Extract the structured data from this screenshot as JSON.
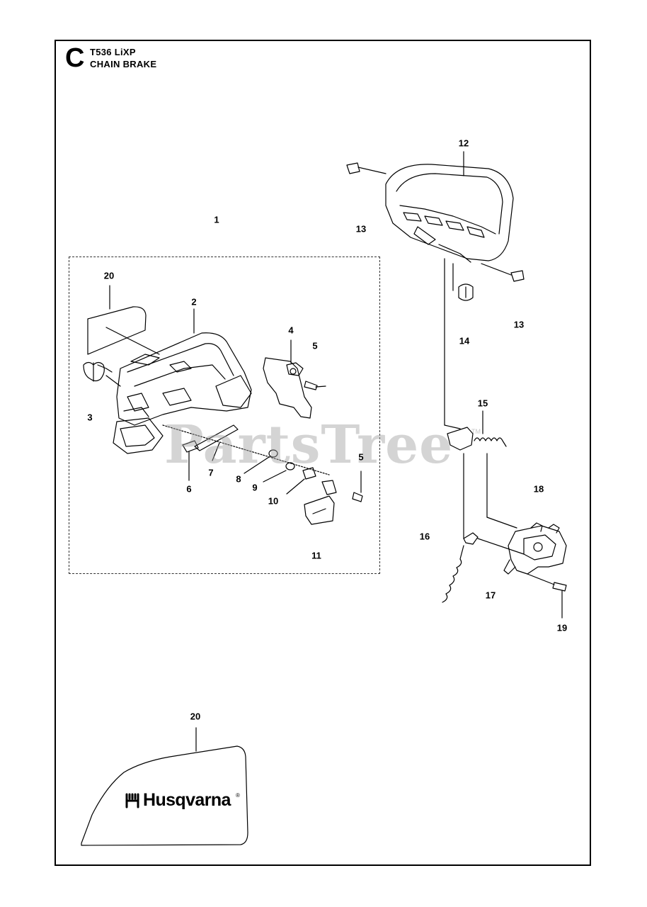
{
  "header": {
    "section_letter": "C",
    "model": "T536 LiXP",
    "section_name": "CHAIN BRAKE"
  },
  "callouts": [
    {
      "id": "c1",
      "label": "1"
    },
    {
      "id": "c2",
      "label": "2"
    },
    {
      "id": "c3",
      "label": "3"
    },
    {
      "id": "c4",
      "label": "4"
    },
    {
      "id": "c5a",
      "label": "5"
    },
    {
      "id": "c5b",
      "label": "5"
    },
    {
      "id": "c6",
      "label": "6"
    },
    {
      "id": "c7",
      "label": "7"
    },
    {
      "id": "c8",
      "label": "8"
    },
    {
      "id": "c9",
      "label": "9"
    },
    {
      "id": "c10",
      "label": "10"
    },
    {
      "id": "c11",
      "label": "11"
    },
    {
      "id": "c12",
      "label": "12"
    },
    {
      "id": "c13a",
      "label": "13"
    },
    {
      "id": "c13b",
      "label": "13"
    },
    {
      "id": "c14",
      "label": "14"
    },
    {
      "id": "c15",
      "label": "15"
    },
    {
      "id": "c16",
      "label": "16"
    },
    {
      "id": "c17",
      "label": "17"
    },
    {
      "id": "c18",
      "label": "18"
    },
    {
      "id": "c19",
      "label": "19"
    },
    {
      "id": "c20a",
      "label": "20"
    },
    {
      "id": "c20b",
      "label": "20"
    }
  ],
  "watermark": {
    "text": "PartsTree",
    "tm": "TM"
  },
  "decal": {
    "brand_text": "Husqvarna",
    "registered": "®"
  }
}
